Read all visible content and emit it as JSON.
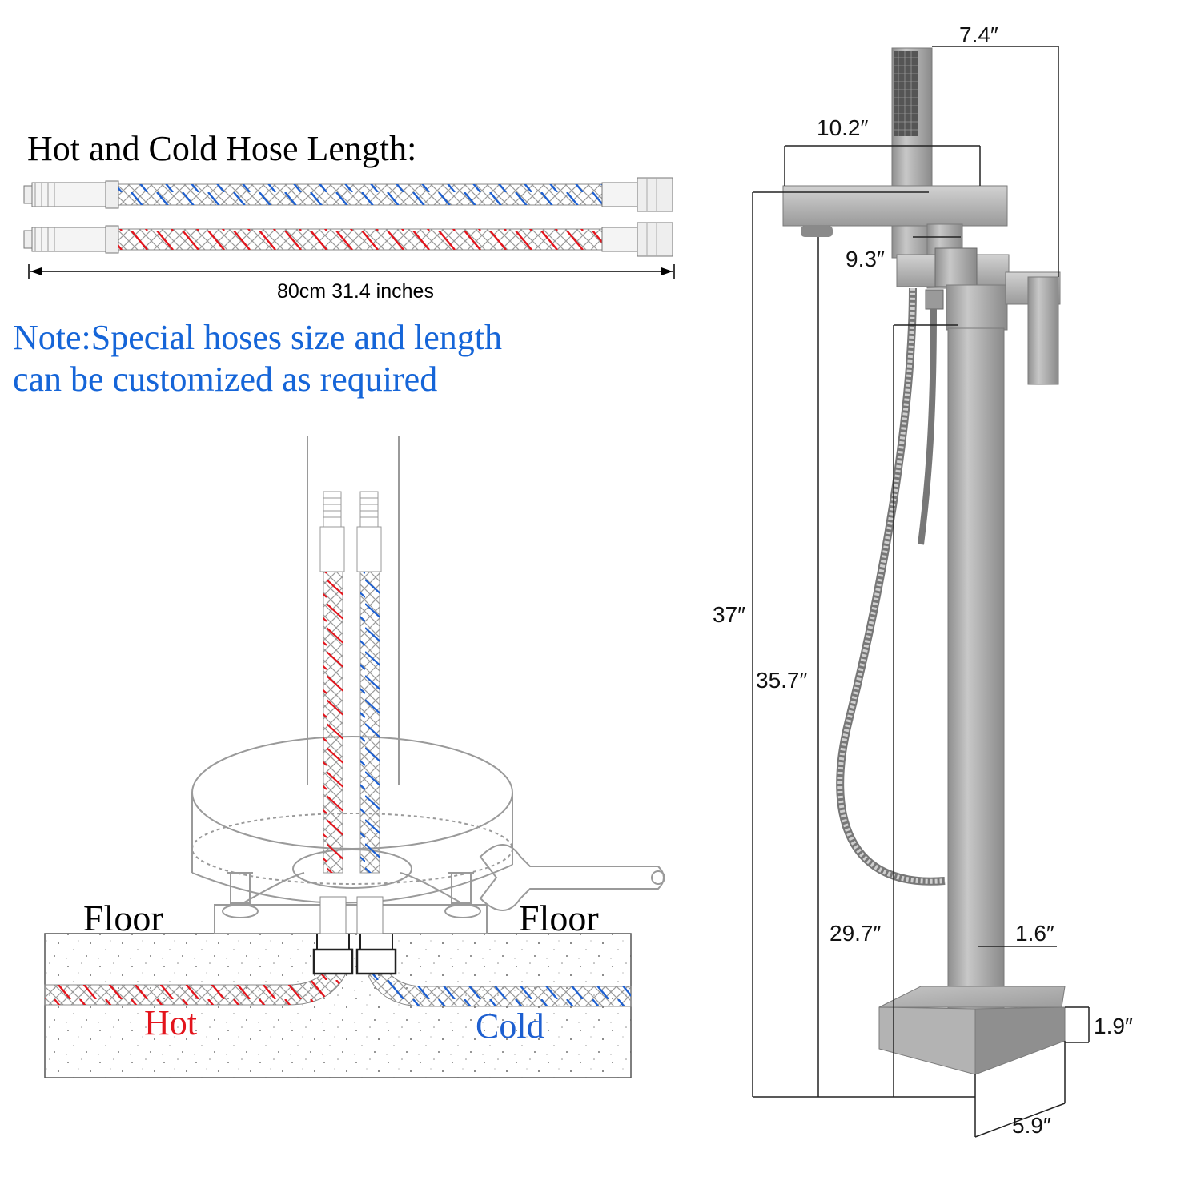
{
  "hose_section": {
    "title": "Hot and Cold Hose Length:",
    "length_label": "80cm  31.4 inches",
    "note_line1": "Note:Special hoses size and length",
    "note_line2": "can be customized as required"
  },
  "install_diagram": {
    "floor_left": "Floor",
    "floor_right": "Floor",
    "hot_label": "Hot",
    "cold_label": "Cold"
  },
  "dimensions": {
    "handle_projection": "7.4″",
    "spout_reach": "10.2″",
    "spout_height_offset": "9.3″",
    "total_height": "37″",
    "spout_height": "35.7″",
    "hose_holder_height": "29.7″",
    "column_width": "1.6″",
    "base_height": "1.9″",
    "base_width": "5.9″"
  },
  "colors": {
    "hot": "#e3141c",
    "cold": "#1d5fd0",
    "note_text": "#1565d8",
    "steel": "#a9a9a9"
  }
}
